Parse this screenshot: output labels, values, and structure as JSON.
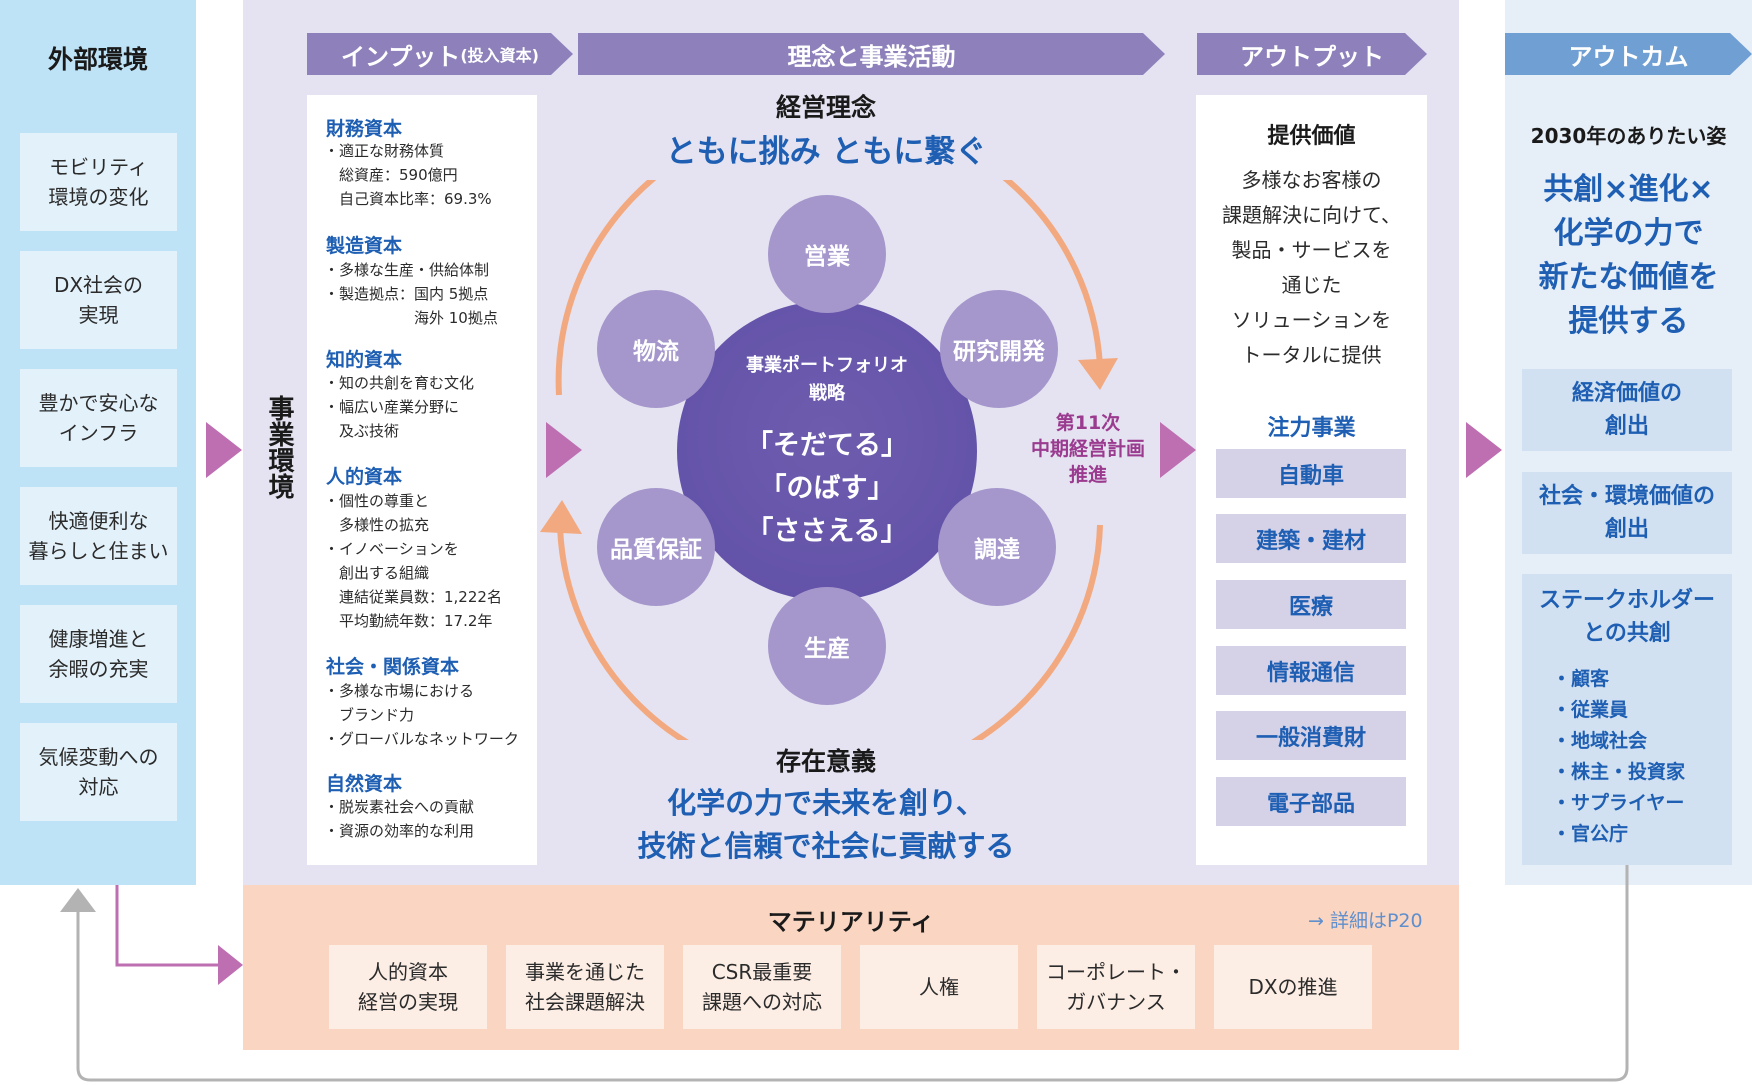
{
  "colors": {
    "purple_header": "#8e81bb",
    "blue_header": "#6f9fd3",
    "accent_blue": "#1e5fb3",
    "external_bg": "#bfe3f6",
    "main_bg": "#e5e3f1",
    "materiality_bg": "#fad6c2",
    "arrow_magenta": "#bd6fb2",
    "cycle_orange": "#f2a97f"
  },
  "external": {
    "title": "外部環境",
    "items": [
      "モビリティ\n環境の変化",
      "DX社会の\n実現",
      "豊かで安心な\nインフラ",
      "快適便利な\n暮らしと住まい",
      "健康増進と\n余暇の充実",
      "気候変動への\n対応"
    ]
  },
  "business_env_label": "事業環境",
  "headers": {
    "input": "インプット",
    "input_sub": "(投入資本)",
    "philosophy_activity": "理念と事業活動",
    "output": "アウトプット",
    "outcome": "アウトカム"
  },
  "inputs": [
    {
      "title": "財務資本",
      "body": "・適正な財務体質\n　総資産：590億円\n　自己資本比率：69.3%"
    },
    {
      "title": "製造資本",
      "body": "・多様な生産・供給体制\n・製造拠点：国内 5拠点\n　　　　　　海外 10拠点"
    },
    {
      "title": "知的資本",
      "body": "・知の共創を育む文化\n・幅広い産業分野に\n　及ぶ技術"
    },
    {
      "title": "人的資本",
      "body": "・個性の尊重と\n　多様性の拡充\n・イノベーションを\n　創出する組織\n　連結従業員数：1,222名\n　平均勤続年数：17.2年"
    },
    {
      "title": "社会・関係資本",
      "body": "・多様な市場における\n　ブランド力\n・グローバルなネットワーク"
    },
    {
      "title": "自然資本",
      "body": "・脱炭素社会への貢献\n・資源の効率的な利用"
    }
  ],
  "philosophy": {
    "label": "経営理念",
    "text": "ともに挑み ともに繋ぐ"
  },
  "core": {
    "subtitle": "事業ポートフォリオ\n戦略",
    "lines": [
      "「そだてる」",
      "「のばす」",
      "「ささえる」"
    ]
  },
  "activities": [
    "営業",
    "研究開発",
    "調達",
    "生産",
    "品質保証",
    "物流"
  ],
  "mid_plan": "第11次\n中期経営計画\n推進",
  "purpose": {
    "label": "存在意義",
    "text": "化学の力で未来を創り、\n技術と信頼で社会に貢献する"
  },
  "output": {
    "value_title": "提供価値",
    "value_text": "多様なお客様の\n課題解決に向けて、\n製品・サービスを\n通じた\nソリューションを\nトータルに提供",
    "focus_title": "注力事業",
    "focus_items": [
      "自動車",
      "建築・建材",
      "医療",
      "情報通信",
      "一般消費財",
      "電子部品"
    ]
  },
  "outcome": {
    "vision_title": "2030年のありたい姿",
    "vision_text": "共創×進化×\n化学の力で\n新たな価値を\n提供する",
    "values": [
      "経済価値の\n創出",
      "社会・環境価値の\n創出"
    ],
    "stakeholder_title": "ステークホルダー\nとの共創",
    "stakeholders": [
      "・顧客",
      "・従業員",
      "・地域社会",
      "・株主・投資家",
      "・サプライヤー",
      "・官公庁"
    ]
  },
  "materiality": {
    "title": "マテリアリティ",
    "link": "→ 詳細はP20",
    "items": [
      "人的資本\n経営の実現",
      "事業を通じた\n社会課題解決",
      "CSR最重要\n課題への対応",
      "人権",
      "コーポレート・\nガバナンス",
      "DXの推進"
    ]
  }
}
